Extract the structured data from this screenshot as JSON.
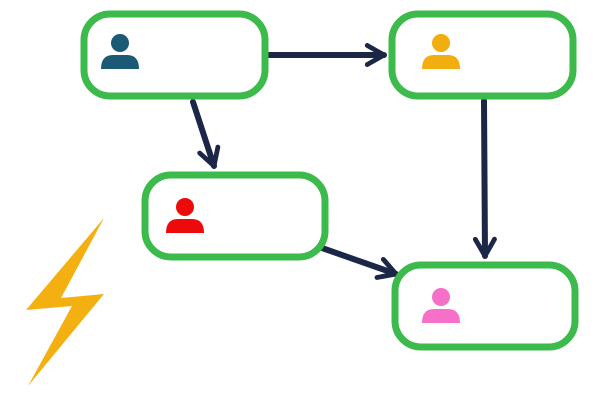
{
  "colors": {
    "node_border": "#3cba4b",
    "arrow": "#1c2748",
    "bolt": "#f4b011",
    "background": "#ffffff"
  },
  "nodes": [
    {
      "id": "node-1",
      "icon": "user-icon",
      "color": "#1a5a75",
      "label": ""
    },
    {
      "id": "node-2",
      "icon": "user-icon",
      "color": "#f2ad0e",
      "label": ""
    },
    {
      "id": "node-3",
      "icon": "user-icon",
      "color": "#ee0a0a",
      "label": ""
    },
    {
      "id": "node-4",
      "icon": "user-icon",
      "color": "#f66fc8",
      "label": ""
    }
  ],
  "edges": [
    {
      "from": "node-1",
      "to": "node-2"
    },
    {
      "from": "node-1",
      "to": "node-3"
    },
    {
      "from": "node-2",
      "to": "node-4"
    },
    {
      "from": "node-3",
      "to": "node-4"
    }
  ],
  "decorations": [
    {
      "icon": "lightning-bolt-icon",
      "color": "#f4b011"
    }
  ]
}
